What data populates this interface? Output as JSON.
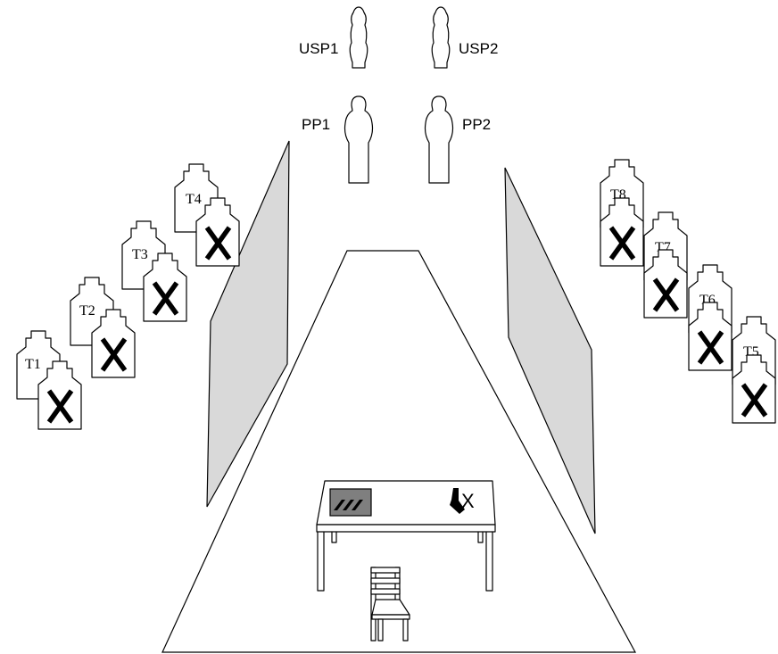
{
  "labels": {
    "usp1": "USP1",
    "usp2": "USP2",
    "pp1": "PP1",
    "pp2": "PP2",
    "t1": "T1",
    "t2": "T2",
    "t3": "T3",
    "t4": "T4",
    "t5": "T5",
    "t6": "T6",
    "t7": "T7",
    "t8": "T8",
    "table_x": "X"
  },
  "colors": {
    "panel": "#d9d9d9",
    "magazine_tray": "#7f7f7f",
    "ink": "#000000"
  },
  "icons": [
    "magazines-icon",
    "pistol-icon",
    "chair-icon",
    "table-icon",
    "target-silhouette-icon"
  ]
}
